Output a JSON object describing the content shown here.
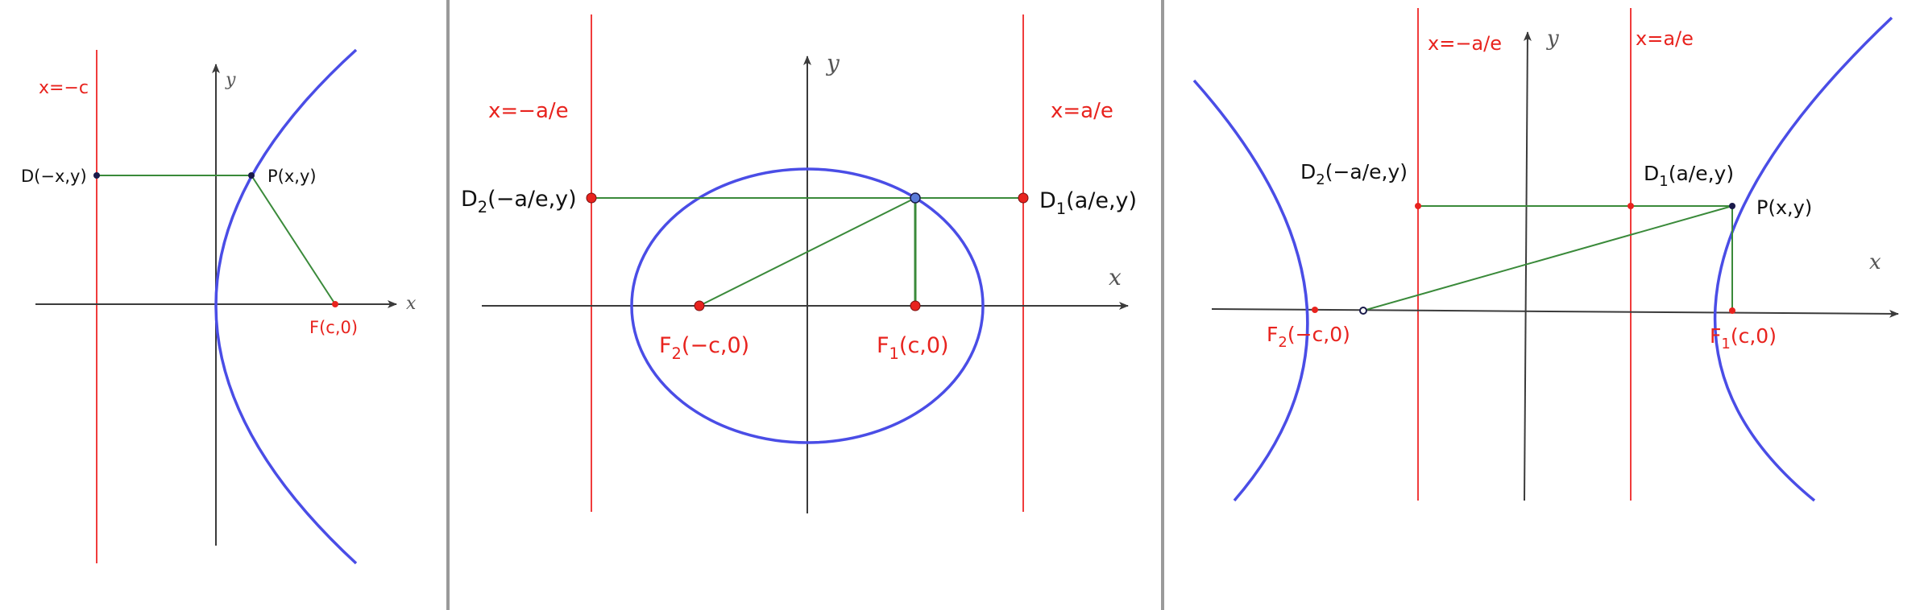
{
  "colors": {
    "curve": "#4a4de6",
    "directrix": "#f03c3c",
    "segment": "#3a8a3a",
    "axis": "#3b3b3b",
    "point_red": "#e8231e",
    "point_blue": "#5a7bd8",
    "point_dark": "#1a1a4a",
    "divider": "#9a9a9a",
    "label_red": "#e8231e",
    "label_black": "#111111"
  },
  "panels": [
    {
      "id": "parabola",
      "axis_x_label": "x",
      "axis_y_label": "y",
      "directrix_label": "x=−c",
      "point_D": "D(−x,y)",
      "point_P": "P(x,y)",
      "focus_label": "F(c,0)"
    },
    {
      "id": "ellipse",
      "axis_x_label": "x",
      "axis_y_label": "y",
      "directrix_left_label": "x=−a/e",
      "directrix_right_label": "x=a/e",
      "point_D2_main": "D",
      "point_D2_sub": "2",
      "point_D2_rest": "(−a/e,y)",
      "point_D1_main": "D",
      "point_D1_sub": "1",
      "point_D1_rest": "(a/e,y)",
      "focus2_main": "F",
      "focus2_sub": "2",
      "focus2_rest": "(−c,0)",
      "focus1_main": "F",
      "focus1_sub": "1",
      "focus1_rest": "(c,0)"
    },
    {
      "id": "hyperbola",
      "axis_x_label": "x",
      "axis_y_label": "y",
      "directrix_left_label": "x=−a/e",
      "directrix_right_label": "x=a/e",
      "point_D2_main": "D",
      "point_D2_sub": "2",
      "point_D2_rest": "(−a/e,y)",
      "point_D1_main": "D",
      "point_D1_sub": "1",
      "point_D1_rest": "(a/e,y)",
      "point_P": "P(x,y)",
      "focus2_main": "F",
      "focus2_sub": "2",
      "focus2_rest": "(−c,0)",
      "focus1_main": "F",
      "focus1_sub": "1",
      "focus1_rest": "(c,0)"
    }
  ]
}
